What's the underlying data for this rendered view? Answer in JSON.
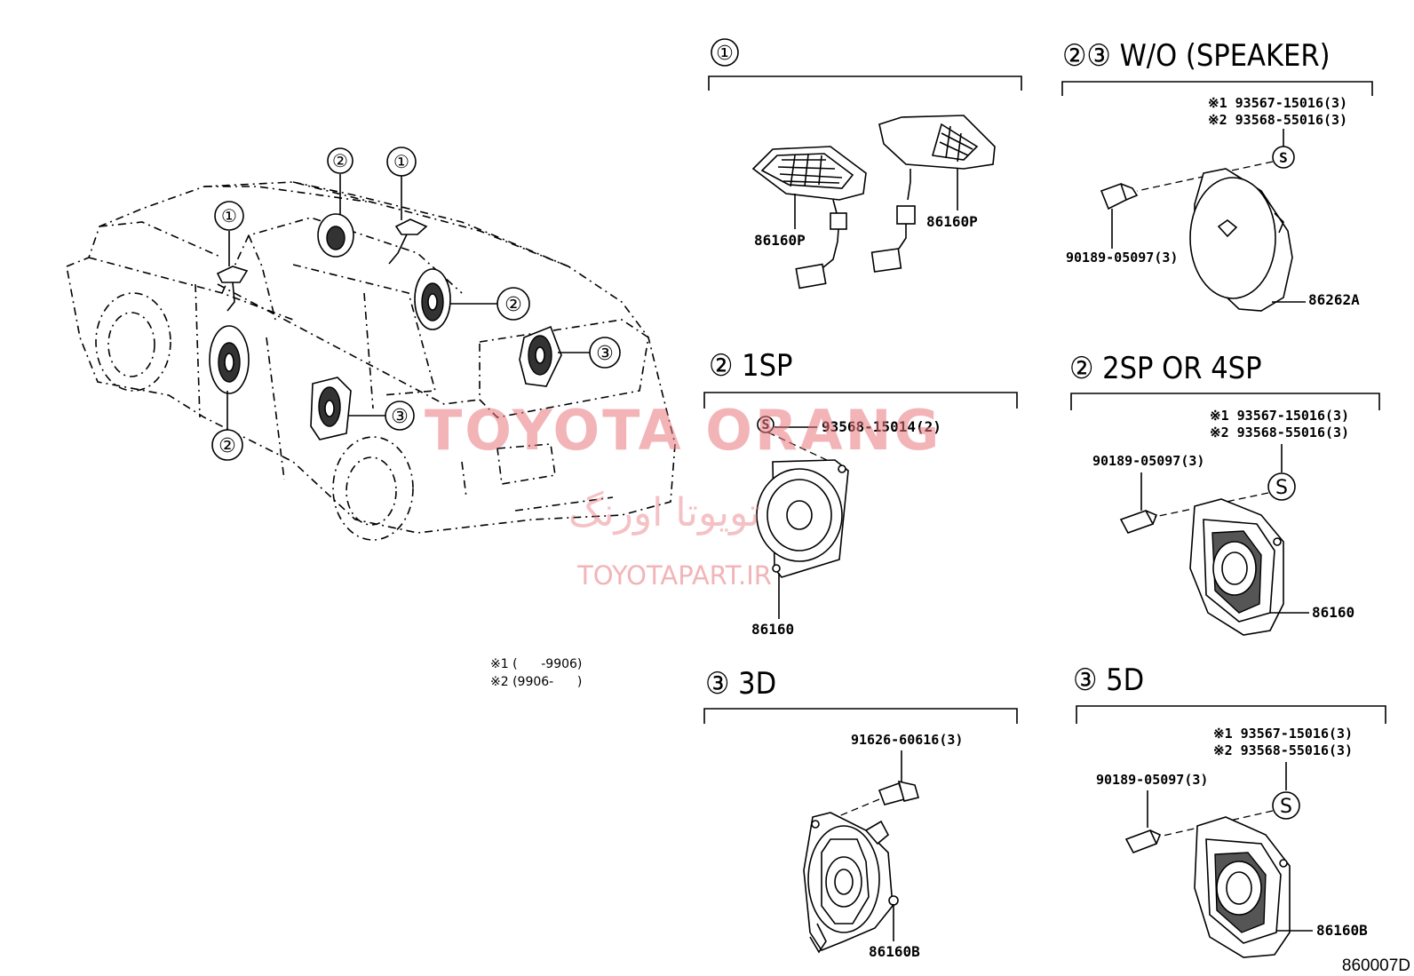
{
  "callouts": {
    "c1": "①",
    "c2": "②",
    "c3": "③"
  },
  "sections": {
    "s1": {
      "title": "①"
    },
    "s23": {
      "title": "②③ W/O (SPEAKER)"
    },
    "s2_1sp": {
      "title": "② 1SP"
    },
    "s2_2sp": {
      "title": "② 2SP OR 4SP"
    },
    "s3_3d": {
      "title": "③ 3D"
    },
    "s3_5d": {
      "title": "③ 5D"
    }
  },
  "parts": {
    "p86160P_a": "86160P",
    "p86160P_b": "86160P",
    "a_note1": "※1 93567-15016(3)",
    "a_note2": "※2 93568-55016(3)",
    "a_clip": "90189-05097(3)",
    "a_spk": "86262A",
    "b_screw": "93568-15014(2)",
    "b_spk": "86160",
    "c_note1": "※1 93567-15016(3)",
    "c_note2": "※2 93568-55016(3)",
    "c_clip": "90189-05097(3)",
    "c_spk": "86160",
    "d_bolt": "91626-60616(3)",
    "d_spk": "86160B",
    "e_note1": "※1 93567-15016(3)",
    "e_note2": "※2 93568-55016(3)",
    "e_clip": "90189-05097(3)",
    "e_spk": "86160B",
    "screw_symbol": "S"
  },
  "notes": {
    "n1": "※1 (      -9906)",
    "n2": "※2 (9906-      )"
  },
  "watermark": {
    "brand": "TOYOTA ORANG",
    "persian": "تویوتا اورنگ",
    "url": "TOYOTAPART.IR"
  },
  "diagram_code": "860007D"
}
